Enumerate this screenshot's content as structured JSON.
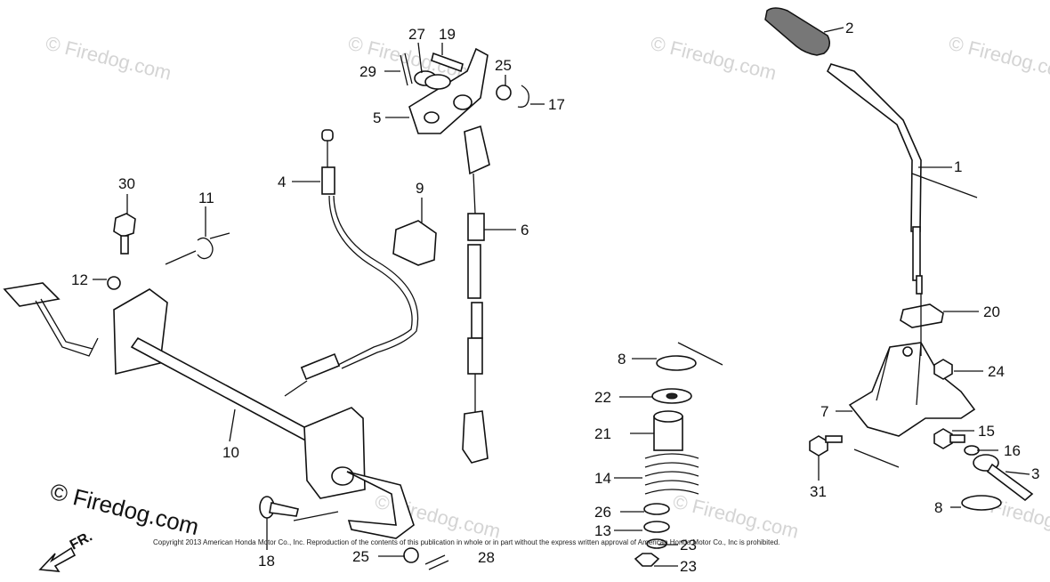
{
  "diagram": {
    "watermarks": [
      "© Firedog.com",
      "© Firedog.com",
      "© Firedog.com",
      "© Firedog.com",
      "© Firedog.com",
      "© Firedog.com",
      "© Firedog.com",
      "© Firedog.com"
    ],
    "front_arrow_label": "FR.",
    "copyright": "Copyright 2013 American Honda Motor Co., Inc. Reproduction of the contents of this publication in whole or in part without the express written approval of American Honda Motor Co., Inc is prohibited.",
    "callouts": [
      "1",
      "2",
      "3",
      "4",
      "5",
      "6",
      "7",
      "8",
      "8",
      "9",
      "10",
      "11",
      "12",
      "13",
      "14",
      "15",
      "16",
      "17",
      "18",
      "19",
      "20",
      "21",
      "22",
      "23",
      "23",
      "24",
      "25",
      "25",
      "26",
      "27",
      "28",
      "29",
      "30",
      "31"
    ]
  }
}
